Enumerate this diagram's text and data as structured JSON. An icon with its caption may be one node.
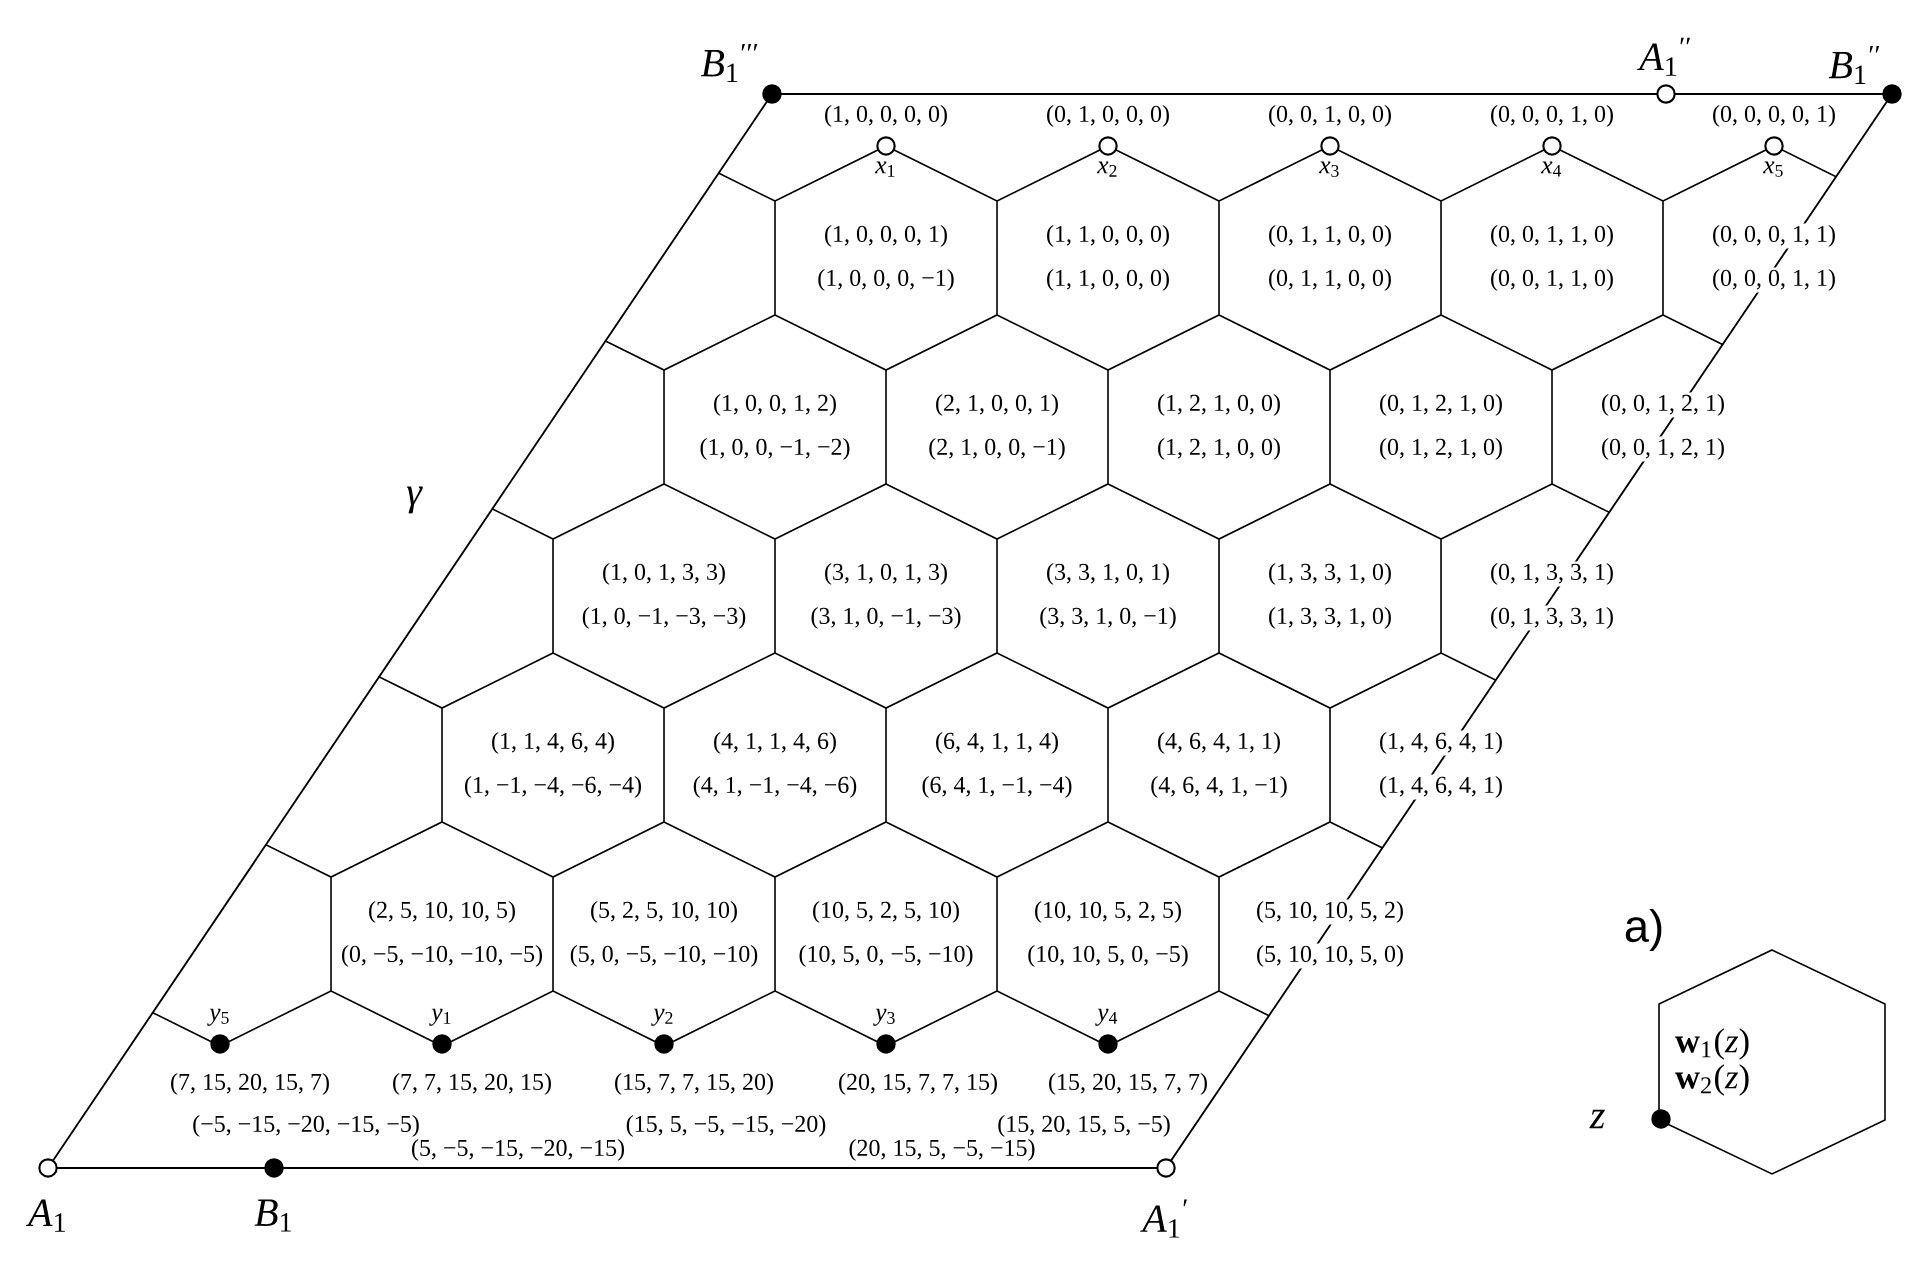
{
  "diagram": {
    "nodes": [
      {
        "text": [
          "*B*$_{1}$$^{′′′}$"
        ]
      },
      {
        "text": [
          "*A*$_{1}$$^{′′}$"
        ]
      },
      {
        "text": [
          "*B*$_{1}$$^{′′}$"
        ]
      },
      {
        "text": [
          "*x*$_{1}$"
        ],
        "beside": [
          "(1, 0, 0, 0, 0)"
        ]
      },
      {
        "text": [
          "*x*$_{2}$"
        ],
        "beside": [
          "(0, 1, 0, 0, 0)"
        ]
      },
      {
        "text": [
          "*x*$_{3}$"
        ],
        "beside": [
          "(0, 0, 1, 0, 0)"
        ]
      },
      {
        "text": [
          "*x*$_{4}$"
        ],
        "beside": [
          "(0, 0, 0, 1, 0)"
        ]
      },
      {
        "text": [
          "*x*$_{5}$"
        ],
        "beside": [
          "(0, 0, 0, 0, 1)"
        ]
      },
      {
        "text": [
          "(1, 0, 0, 0, 1)",
          "(1, 0, 0, 0, −1)"
        ]
      },
      {
        "text": [
          "(1, 1, 0, 0, 0)",
          "(1, 1, 0, 0, 0)"
        ]
      },
      {
        "text": [
          "(0, 1, 1, 0, 0)",
          "(0, 1, 1, 0, 0)"
        ]
      },
      {
        "text": [
          "(0, 0, 1, 1, 0)",
          "(0, 0, 1, 1, 0)"
        ]
      },
      {
        "text": [
          "(0, 0, 0, 1, 1)",
          "(0, 0, 0, 1, 1)"
        ]
      },
      {
        "text": [
          "(1, 0, 0, 1, 2)",
          "(1, 0, 0, −1, −2)"
        ]
      },
      {
        "text": [
          "(2, 1, 0, 0, 1)",
          "(2, 1, 0, 0, −1)"
        ]
      },
      {
        "text": [
          "(1, 2, 1, 0, 0)",
          "(1, 2, 1, 0, 0)"
        ]
      },
      {
        "text": [
          "(0, 1, 2, 1, 0)",
          "(0, 1, 2, 1, 0)"
        ]
      },
      {
        "text": [
          "(0, 0, 1, 2, 1)",
          "(0, 0, 1, 2, 1)"
        ]
      },
      {
        "text": [
          "(1, 0, 1, 3, 3)",
          "(1, 0, −1, −3, −3)"
        ]
      },
      {
        "text": [
          "(3, 1, 0, 1, 3)",
          "(3, 1, 0, −1, −3)"
        ]
      },
      {
        "text": [
          "(3, 3, 1, 0, 1)",
          "(3, 3, 1, 0, −1)"
        ]
      },
      {
        "text": [
          "(1, 3, 3, 1, 0)",
          "(1, 3, 3, 1, 0)"
        ]
      },
      {
        "text": [
          "(0, 1, 3, 3, 1)",
          "(0, 1, 3, 3, 1)"
        ]
      },
      {
        "text": [
          "(1, 1, 4, 6, 4)",
          "(1, −1, −4, −6, −4)"
        ]
      },
      {
        "text": [
          "(4, 1, 1, 4, 6)",
          "(4, 1, −1, −4, −6)"
        ]
      },
      {
        "text": [
          "(6, 4, 1, 1, 4)",
          "(6, 4, 1, −1, −4)"
        ]
      },
      {
        "text": [
          "(4, 6, 4, 1, 1)",
          "(4, 6, 4, 1, −1)"
        ]
      },
      {
        "text": [
          "(1, 4, 6, 4, 1)",
          "(1, 4, 6, 4, 1)"
        ]
      },
      {
        "text": [
          "(2, 5, 10, 10, 5)",
          "(0, −5, −10, −10, −5)"
        ]
      },
      {
        "text": [
          "(5, 2, 5, 10, 10)",
          "(5, 0, −5, −10, −10)"
        ]
      },
      {
        "text": [
          "(10, 5, 2, 5, 10)",
          "(10, 5, 0, −5, −10)"
        ]
      },
      {
        "text": [
          "(10, 10, 5, 2, 5)",
          "(10, 10, 5, 0, −5)"
        ]
      },
      {
        "text": [
          "(5, 10, 10, 5, 2)",
          "(5, 10, 10, 5, 0)"
        ]
      },
      {
        "text": [
          "*y*$_{5}$"
        ]
      },
      {
        "text": [
          "*y*$_{1}$"
        ]
      },
      {
        "text": [
          "*y*$_{2}$"
        ]
      },
      {
        "text": [
          "*y*$_{3}$"
        ]
      },
      {
        "text": [
          "*y*$_{4}$"
        ]
      },
      {
        "text": [
          "*A*$_{1}$"
        ]
      },
      {
        "text": [
          "*B*$_{1}$"
        ]
      },
      {
        "text": [
          "*A*$_{1}$$^{′}$"
        ]
      },
      {
        "text": [
          "**w**$_{1}$(*z*)",
          "**w**$_{2}$(*z*)"
        ]
      },
      {
        "text": [
          "*z*"
        ]
      }
    ],
    "labels": [
      "γ",
      "a)",
      "(7, 15, 20, 15, 7)",
      "(7, 7, 15, 20, 15)",
      "(15, 7, 7, 15, 20)",
      "(20, 15, 7, 7, 15)",
      "(15, 20, 15, 7, 7)",
      "(−5, −15, −20, −15, −5)",
      "(15, 5, −5, −15, −20)",
      "(15, 20, 15, 5, −5)",
      "(5, −5, −15, −20, −15)",
      "(20, 15, 5, −5, −15)"
    ]
  }
}
